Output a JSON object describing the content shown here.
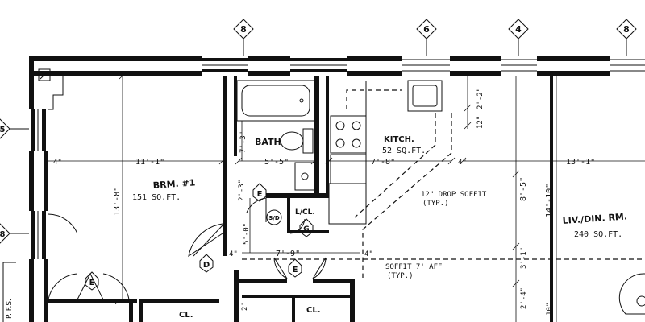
{
  "grid_tags": [
    "8",
    "6",
    "4",
    "8"
  ],
  "side_tags": [
    "5",
    "8"
  ],
  "rooms": {
    "bedroom": {
      "name": "BRM. #1",
      "area": "151 SQ.FT."
    },
    "bath": {
      "name": "BATH"
    },
    "kitchen": {
      "name": "KITCH.",
      "area": "52 SQ.FT."
    },
    "living": {
      "name": "LIV./DIN. RM.",
      "area": "240 SQ.FT."
    },
    "linen": {
      "name": "L/CL."
    },
    "closet1": {
      "name": "CL."
    },
    "closet2": {
      "name": "CL."
    }
  },
  "dimensions": {
    "bed_width": "11'-1\"",
    "bed_depth": "13'-8\"",
    "bath_width": "5'-5\"",
    "bath_depth": "7'-3\"",
    "kitchen_width": "7'-8\"",
    "kitchen_depth": "8'-5\"",
    "living_width": "13'-1\"",
    "living_depth": "14'-10\"",
    "hall_width": "7'-9\"",
    "hall_depth": "5'-0\"",
    "left_offset": "4\"",
    "right_offset": "4\"",
    "hall_left": "4\"",
    "hall_right": "4\"",
    "ver_2_2": "2'-2\"",
    "ver_12": "12\"",
    "ver_3_1": "3'-1\"",
    "ver_2_4": "2'-4\"",
    "ver_10": "10\"",
    "bed_small": "4\"",
    "bath_side": "2'-3\"",
    "hall_low": "2'"
  },
  "notes": {
    "soffit_drop": "12\" DROP SOFFIT",
    "soffit_drop_typ": "(TYP.)",
    "soffit_aff": "SOFFIT 7' AFF",
    "soffit_aff_typ": "(TYP.)"
  },
  "door_tags": [
    "E",
    "E",
    "E",
    "D",
    "S/D",
    "G"
  ],
  "margin_text": "P. F.S."
}
